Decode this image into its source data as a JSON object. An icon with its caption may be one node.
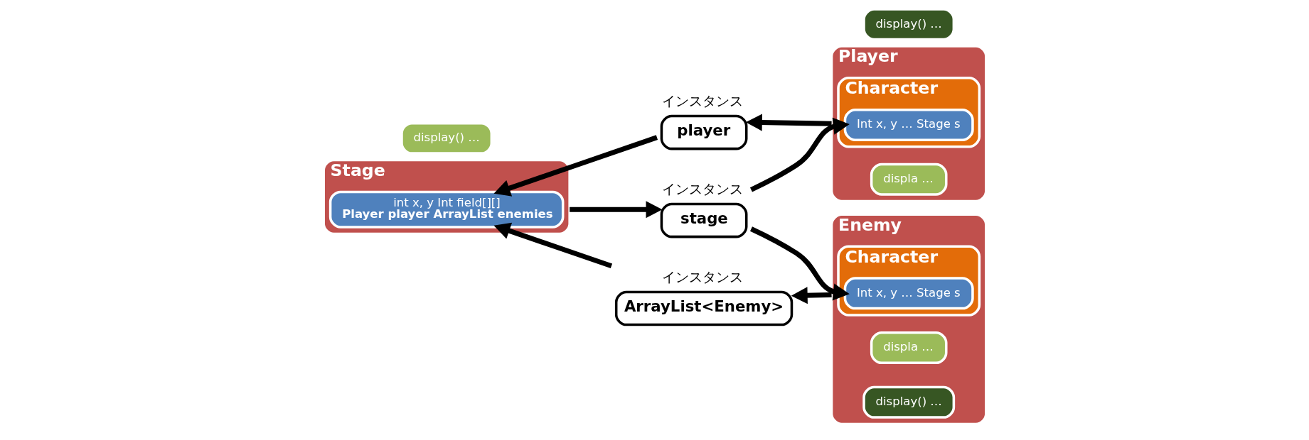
{
  "diagram": {
    "nodes": [
      {
        "text": [
          "Stage"
        ]
      },
      {
        "text": [
          "int x, y Int field[][]",
          "Player player ArrayList enemies"
        ],
        "in": 0
      },
      {
        "text": [
          "display() …"
        ]
      },
      {
        "text": [
          "stage"
        ],
        "beside": [
          "インスタンス"
        ]
      },
      {
        "text": [
          "player"
        ],
        "beside": [
          "インスタンス"
        ]
      },
      {
        "text": [
          "ArrayList<Enemy>"
        ],
        "beside": [
          "インスタンス"
        ]
      },
      {
        "text": [
          "Player"
        ]
      },
      {
        "text": [
          "Character"
        ],
        "in": 6
      },
      {
        "text": [
          "Int x, y … Stage s"
        ],
        "in": 7
      },
      {
        "text": [
          "displa …"
        ],
        "in": 6
      },
      {
        "text": [
          "display() …"
        ]
      },
      {
        "text": [
          "Enemy"
        ]
      },
      {
        "text": [
          "Character"
        ],
        "in": 11
      },
      {
        "text": [
          "Int x, y … Stage s"
        ],
        "in": 12
      },
      {
        "text": [
          "displa …"
        ],
        "in": 11
      },
      {
        "text": [
          "display() …"
        ],
        "in": 11
      }
    ],
    "edges": [
      {
        "from": 0,
        "to": 3,
        "arrow": "to"
      },
      {
        "from": 3,
        "to": 8,
        "arrow": "to"
      },
      {
        "from": 3,
        "to": 13,
        "arrow": "to"
      },
      {
        "from": 6,
        "to": 4,
        "arrow": "to"
      },
      {
        "from": 4,
        "to": 1,
        "arrow": "to"
      },
      {
        "from": 11,
        "to": 5,
        "arrow": "to"
      },
      {
        "from": 5,
        "to": 1,
        "arrow": "to"
      }
    ]
  }
}
